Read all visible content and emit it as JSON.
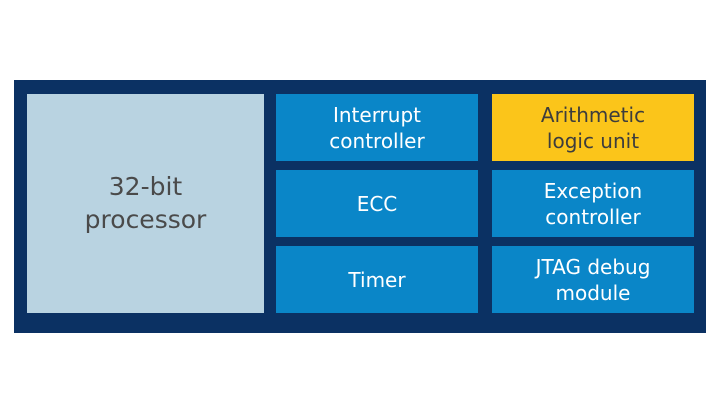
{
  "colors": {
    "frame": "#0b3163",
    "processor": "#b9d3e1",
    "module": "#0a86c8",
    "highlight": "#fbc51a"
  },
  "processor": {
    "label": "32-bit\nprocessor"
  },
  "modules": [
    {
      "label": "Interrupt\ncontroller"
    },
    {
      "label": "Arithmetic\nlogic unit"
    },
    {
      "label": "ECC"
    },
    {
      "label": "Exception\ncontroller"
    },
    {
      "label": "Timer"
    },
    {
      "label": "JTAG debug\nmodule"
    }
  ]
}
